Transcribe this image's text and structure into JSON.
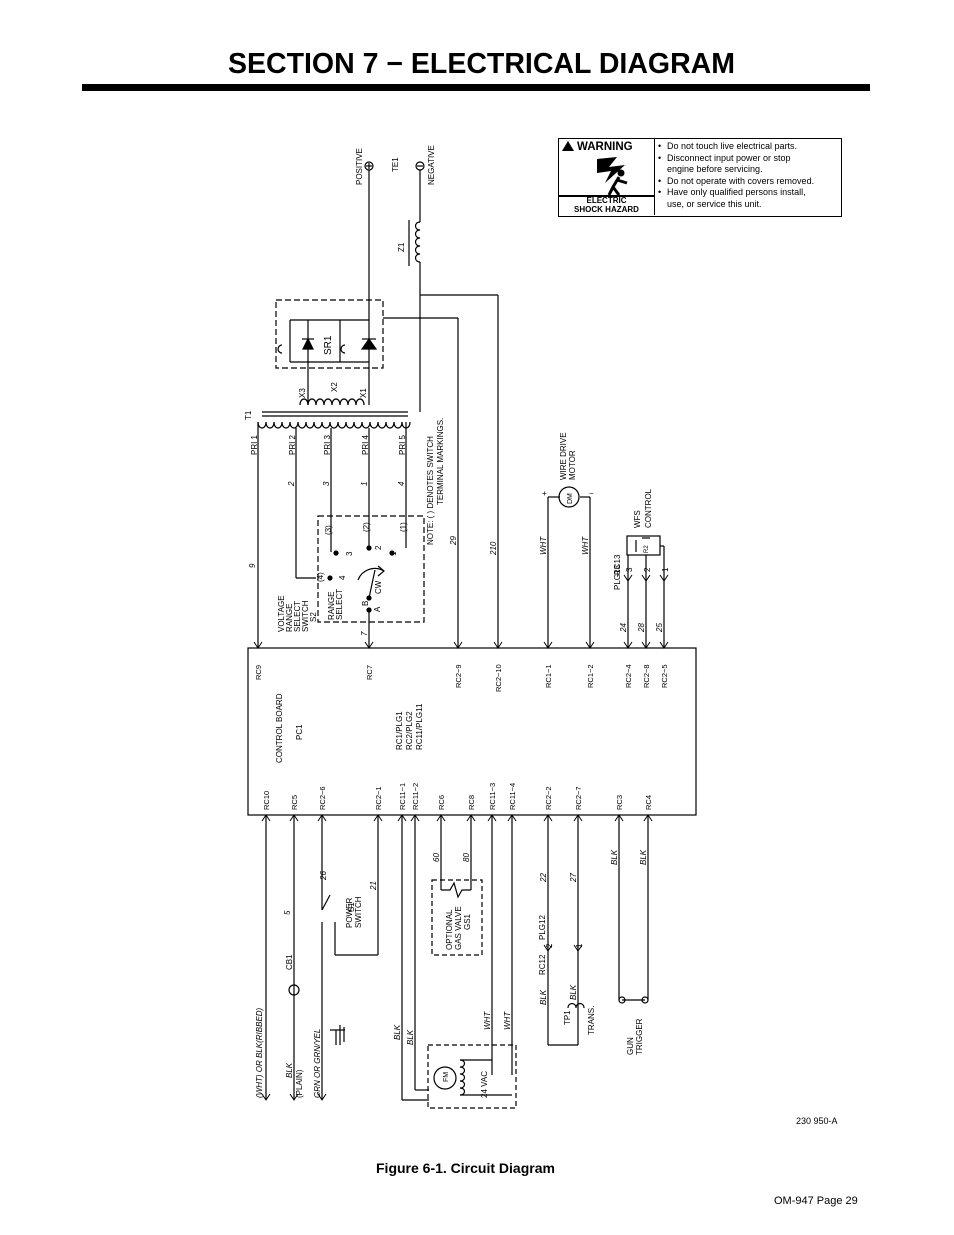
{
  "header": {
    "title": "SECTION 7 − ELECTRICAL DIAGRAM"
  },
  "warning": {
    "heading": "WARNING",
    "hazard": "ELECTRIC\nSHOCK HAZARD",
    "items": [
      "Do not touch live electrical parts.",
      "Disconnect input power or stop\nengine before servicing.",
      "Do not operate with covers removed.",
      "Have only qualified persons install,\nuse, or service this unit."
    ]
  },
  "diagram": {
    "labels": {
      "positive": "POSITIVE",
      "te1": "TE1",
      "negative": "NEGATIVE",
      "z1": "Z1",
      "sr1": "SR1",
      "x1": "X1",
      "x2": "X2",
      "x3": "X3",
      "t1": "T1",
      "pri1": "PRI 1",
      "pri2": "PRI 2",
      "pri3": "PRI 3",
      "pri4": "PRI 4",
      "pri5": "PRI 5",
      "note1": "NOTE: ( ) DENOTES SWITCH",
      "note2": "TERMINAL MARKINGS.",
      "switch_label1": "VOLTAGE",
      "switch_label2": "RANGE",
      "switch_label3": "SELECT",
      "switch_label4": "SWITCH",
      "s2": "S2",
      "range1": "RANGE",
      "range2": "SELECT",
      "cw": "CW",
      "control_board": "CONTROL BOARD",
      "pc1": "PC1",
      "plg1": "RC1/PLG1",
      "plg2": "RC2/PLG2",
      "plg11": "RC11/PLG11",
      "motor1": "WIRE DRIVE",
      "motor2": "MOTOR",
      "dm": "DM",
      "wfs1": "WFS",
      "wfs2": "CONTROL",
      "r2": "R2",
      "plg13": "PLG13",
      "rc13": "RC13",
      "s1": "S1",
      "power1": "POWER",
      "power2": "SWITCH",
      "cb1": "CB1",
      "gas1": "OPTIONAL",
      "gas2": "GAS VALVE",
      "gs1": "GS1",
      "rc12": "RC12",
      "plg12": "PLG12",
      "tp1": "TP1",
      "trans": "TRANS.",
      "gun1": "GUN",
      "gun2": "TRIGGER",
      "fm": "FM",
      "vac": "24 VAC",
      "plain": "(PLAIN)",
      "lead1": "(WHT) OR BLK(RIBBED)",
      "lead2": "BLK",
      "lead3": "GRN OR GRN/YEL"
    },
    "top_terminals": [
      "RC9",
      "RC7",
      "RC2−9",
      "RC2−10",
      "RC1−1",
      "RC1−2",
      "RC2−4",
      "RC2−8",
      "RC2−5"
    ],
    "bottom_terminals": [
      "RC10",
      "RC5",
      "RC2−6",
      "RC2−1",
      "RC11−1",
      "RC11−2",
      "RC6",
      "RC8",
      "RC11−3",
      "RC11−4",
      "RC2−2",
      "RC2−7",
      "RC3",
      "RC4"
    ],
    "wires": {
      "w9": "9",
      "w7": "7",
      "w29": "29",
      "w210": "210",
      "wht1": "WHT",
      "wht2": "WHT",
      "w24": "24",
      "w28": "28",
      "w25": "25",
      "w5": "5",
      "w26": "26",
      "w21": "21",
      "w60": "60",
      "w80": "80",
      "w22": "22",
      "w27": "27",
      "blk1": "BLK",
      "blk2": "BLK",
      "blk3": "BLK",
      "blk4": "BLK",
      "blk5": "BLK",
      "blk6": "BLK",
      "wht3": "WHT",
      "wht4": "WHT",
      "sw2": "2",
      "sw3": "3",
      "sw1": "1",
      "sw4": "4",
      "t4": "(4)",
      "t3": "(3)",
      "t2": "(2)",
      "t1": "(1)",
      "c1": "1",
      "c2": "2",
      "c3": "3",
      "c4": "4",
      "cB": "B",
      "cA": "A",
      "p3": "3",
      "p2": "2",
      "p1": "1",
      "plus": "+",
      "minus": "−",
      "r12a": "2",
      "r12b": "1"
    }
  },
  "drawing_number": "230 950-A",
  "figure_caption": "Figure 6-1. Circuit Diagram",
  "footer": {
    "page": "OM-947 Page 29"
  }
}
